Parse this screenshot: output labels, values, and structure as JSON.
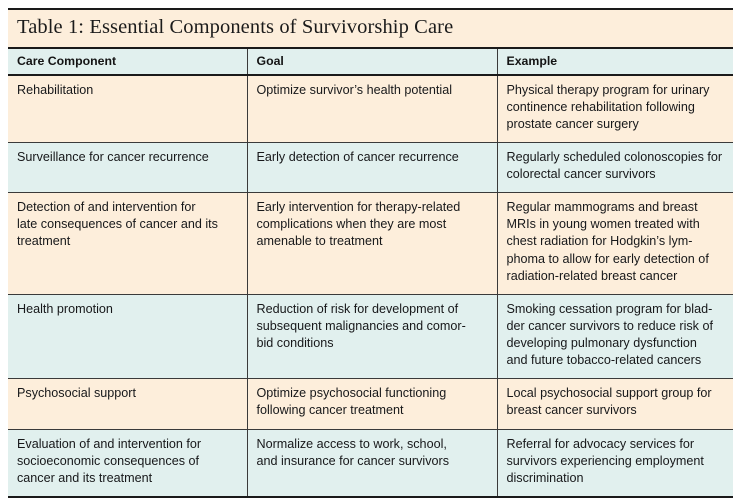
{
  "document": {
    "title": "Table 1: Essential Components of Survivorship Care",
    "colors": {
      "cream": "#fdeedb",
      "mint": "#e1f0ee",
      "rule": "#1a1a1a",
      "text": "#17181a",
      "page": "#ffffff"
    }
  },
  "table": {
    "columns": [
      {
        "key": "care_component",
        "label": "Care Component"
      },
      {
        "key": "goal",
        "label": "Goal"
      },
      {
        "key": "example",
        "label": "Example"
      }
    ],
    "rows": [
      {
        "tone": "cream",
        "care_component": "Rehabilitation",
        "goal": "Optimize survivor’s health potential",
        "example_lines": [
          "Physical therapy program for urinary",
          "continence rehabilitation following",
          "prostate cancer surgery"
        ],
        "care_component_lines": [
          "Rehabilitation"
        ],
        "goal_lines": [
          "Optimize survivor’s health potential"
        ]
      },
      {
        "tone": "mint",
        "care_component": "Surveillance for cancer recurrence",
        "goal": "Early detection of cancer recurrence",
        "care_component_lines": [
          "Surveillance for cancer recurrence"
        ],
        "goal_lines": [
          "Early detection of cancer recurrence"
        ],
        "example_lines": [
          "Regularly scheduled colonoscopies for",
          "colorectal cancer survivors"
        ]
      },
      {
        "tone": "cream",
        "care_component": "Detection of and intervention for late consequences of cancer and its treatment",
        "goal": "Early intervention for therapy-related complications when they are most amenable to treatment",
        "care_component_lines": [
          "Detection of and intervention for",
          "late consequences of cancer and its",
          "treatment"
        ],
        "goal_lines": [
          "Early intervention for therapy-related",
          "complications when they are most",
          "amenable to treatment"
        ],
        "example_lines": [
          "Regular mammograms and breast",
          "MRIs in young women treated with",
          "chest radiation for Hodgkin’s lym-",
          "phoma to allow for early detection of",
          "radiation-related breast cancer"
        ]
      },
      {
        "tone": "mint",
        "care_component": "Health promotion",
        "goal": "Reduction of risk for development of subsequent malignancies and comorbid conditions",
        "care_component_lines": [
          "Health promotion"
        ],
        "goal_lines": [
          "Reduction of risk for development of",
          "subsequent malignancies and comor-",
          "bid conditions"
        ],
        "example_lines": [
          "Smoking cessation program for blad-",
          "der cancer survivors to reduce risk of",
          "developing pulmonary dysfunction",
          "and future tobacco-related cancers"
        ]
      },
      {
        "tone": "cream",
        "care_component": "Psychosocial support",
        "goal": "Optimize psychosocial functioning following cancer treatment",
        "care_component_lines": [
          "Psychosocial support"
        ],
        "goal_lines": [
          "Optimize psychosocial functioning",
          "following cancer treatment"
        ],
        "example_lines": [
          "Local psychosocial support group for",
          "breast cancer survivors"
        ]
      },
      {
        "tone": "mint",
        "care_component": "Evaluation of and intervention for socioeconomic consequences of cancer and its treatment",
        "goal": "Normalize access to work, school, and insurance for cancer survivors",
        "care_component_lines": [
          "Evaluation of and intervention for",
          "socioeconomic consequences of",
          "cancer and its treatment"
        ],
        "goal_lines": [
          "Normalize access to work, school,",
          "and insurance for cancer survivors"
        ],
        "example_lines": [
          "Referral for advocacy services for",
          "survivors experiencing employment",
          "discrimination"
        ]
      }
    ]
  }
}
